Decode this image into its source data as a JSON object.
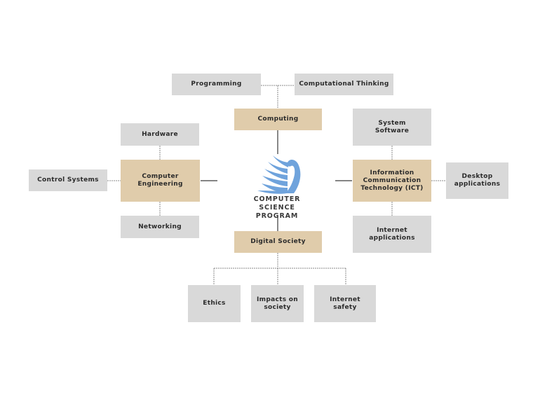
{
  "center": {
    "title": "COMPUTER SCIENCE\nPROGRAM"
  },
  "nodes": {
    "computing": "Computing",
    "programming": "Programming",
    "computational_thinking": "Computational Thinking",
    "computer_engineering": "Computer\nEngineering",
    "hardware": "Hardware",
    "control_systems": "Control Systems",
    "networking": "Networking",
    "ict": "Information\nCommunication\nTechnology (ICT)",
    "system_software": "System\nSoftware",
    "desktop_applications": "Desktop\napplications",
    "internet_applications": "Internet\napplications",
    "digital_society": "Digital Society",
    "ethics": "Ethics",
    "impacts_on_society": "Impacts on\nsociety",
    "internet_safety": "Internet safety"
  },
  "colors": {
    "main_node": "#e0ccab",
    "sub_node": "#d9d9d9",
    "logo": "#6fa3dc"
  }
}
